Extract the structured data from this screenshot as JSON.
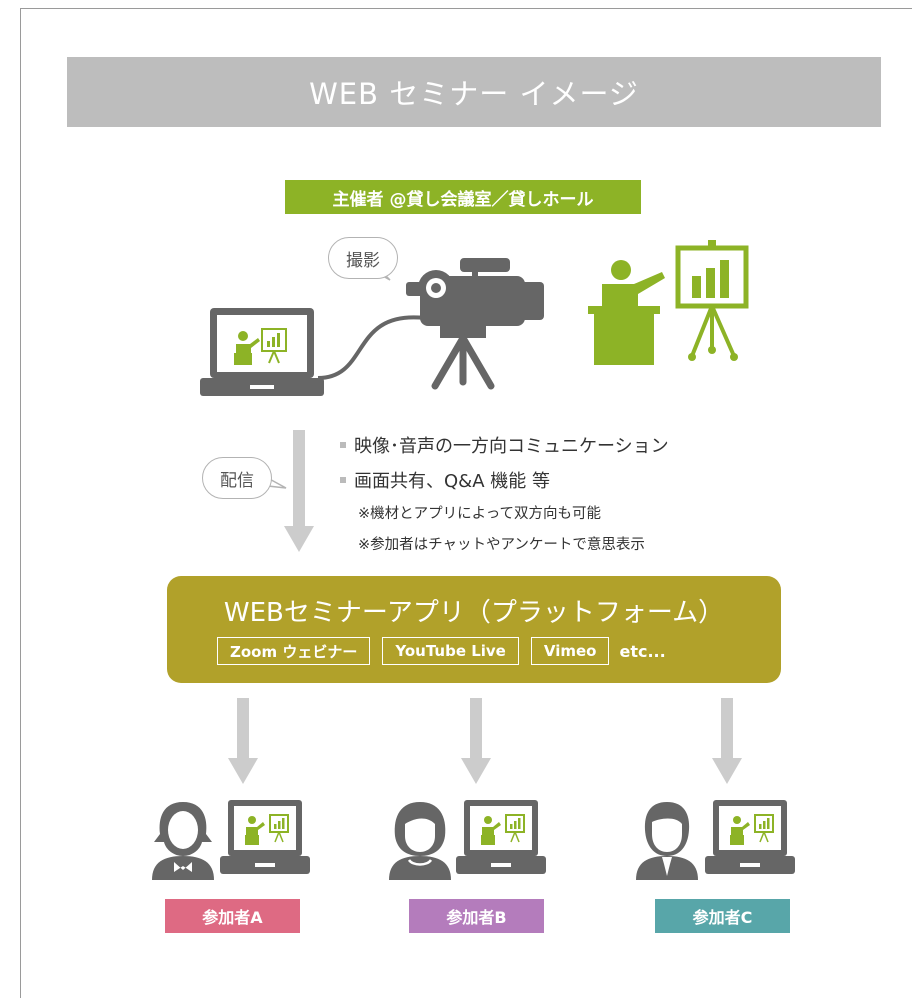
{
  "title": "WEB セミナー イメージ",
  "organizer": "主催者 @貸し会議室／貸しホール",
  "bubbles": {
    "shoot": "撮影",
    "distribute": "配信"
  },
  "bullets": [
    "映像･音声の一方向コミュニケーション",
    "画面共有、Q&A 機能 等"
  ],
  "notes": [
    "※機材とアプリによって双方向も可能",
    "※参加者はチャットやアンケートで意思表示"
  ],
  "platform": {
    "title": "WEBセミナーアプリ（プラットフォーム）",
    "apps": [
      "Zoom ウェビナー",
      "YouTube Live",
      "Vimeo"
    ],
    "etc": "etc..."
  },
  "participants": [
    {
      "label": "参加者A",
      "color": "#de6a83"
    },
    {
      "label": "参加者B",
      "color": "#b47cbc"
    },
    {
      "label": "参加者C",
      "color": "#58a6a9"
    }
  ],
  "colors": {
    "green": "#8db326",
    "olive": "#b1a12a",
    "gray": "#666666",
    "arrow": "#cccccc",
    "band": "#bdbdbd"
  }
}
